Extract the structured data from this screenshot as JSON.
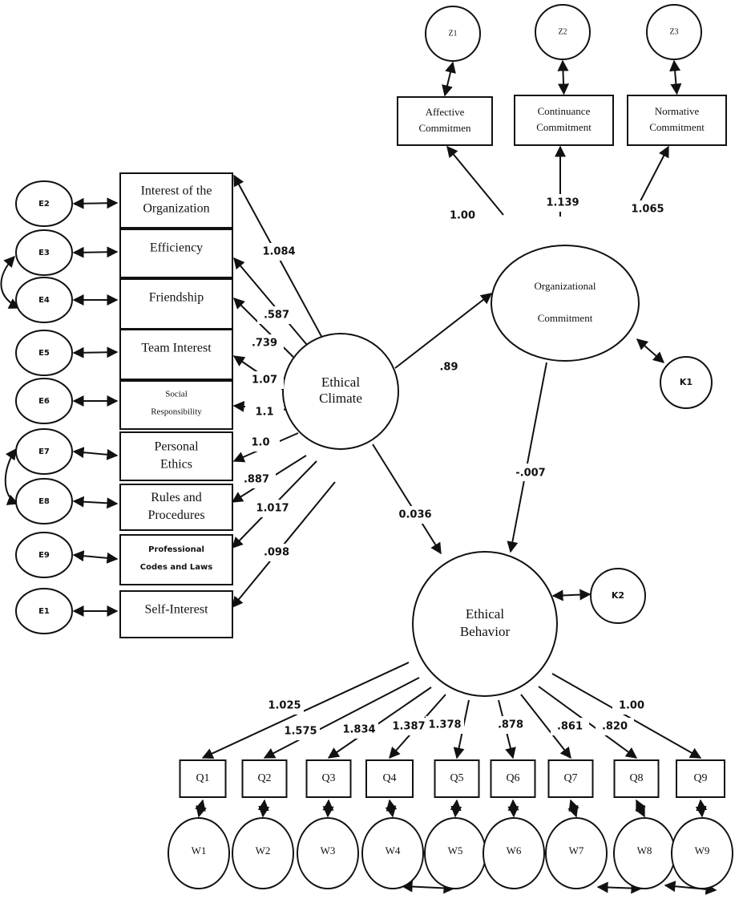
{
  "title": "Structural equation model: Ethical Climate, Organizational Commitment and Ethical Behavior",
  "latent": {
    "ethical_climate": [
      "Ethical",
      "Climate"
    ],
    "org_commitment": [
      "Organizational",
      "Commitment"
    ],
    "ethical_behavior": [
      "Ethical",
      "Behavior"
    ]
  },
  "disturbances": {
    "k1": "K1",
    "k2": "K2"
  },
  "commitment_indicators": [
    {
      "error": "Z1",
      "lines": [
        "Affective",
        "Commitmen"
      ],
      "loading": "1.00"
    },
    {
      "error": "Z2",
      "lines": [
        "Continuance",
        "Commitment"
      ],
      "loading": "1.139"
    },
    {
      "error": "Z3",
      "lines": [
        "Normative",
        "Commitment"
      ],
      "loading": "1.065"
    }
  ],
  "climate_indicators": [
    {
      "error": "E2",
      "lines": [
        "Interest of the",
        "Organization"
      ],
      "loading": "1.084"
    },
    {
      "error": "E3",
      "lines": [
        "Efficiency"
      ],
      "loading": ".587"
    },
    {
      "error": "E4",
      "lines": [
        "Friendship"
      ],
      "loading": ".739"
    },
    {
      "error": "E5",
      "lines": [
        "Team Interest"
      ],
      "loading": "1.07"
    },
    {
      "error": "E6",
      "lines": [
        "Social",
        "Responsibility"
      ],
      "loading": "1.1"
    },
    {
      "error": "E7",
      "lines": [
        "Personal",
        "Ethics"
      ],
      "loading": "1.0"
    },
    {
      "error": "E8",
      "lines": [
        "Rules and",
        "Procedures"
      ],
      "loading": ".887"
    },
    {
      "error": "E9",
      "lines": [
        "Professional",
        "Codes and Laws"
      ],
      "loading": "1.017"
    },
    {
      "error": "E1",
      "lines": [
        "Self-Interest"
      ],
      "loading": ".098"
    }
  ],
  "behavior_indicators": [
    {
      "label": "Q1",
      "error": "W1",
      "loading": "1.025"
    },
    {
      "label": "Q2",
      "error": "W2",
      "loading": "1.575"
    },
    {
      "label": "Q3",
      "error": "W3",
      "loading": "1.834"
    },
    {
      "label": "Q4",
      "error": "W4",
      "loading": "1.387"
    },
    {
      "label": "Q5",
      "error": "W5",
      "loading": "1.378"
    },
    {
      "label": "Q6",
      "error": "W6",
      "loading": ".878"
    },
    {
      "label": "Q7",
      "error": "W7",
      "loading": ".861"
    },
    {
      "label": "Q8",
      "error": "W8",
      "loading": ".820"
    },
    {
      "label": "Q9",
      "error": "W9",
      "loading": "1.00"
    }
  ],
  "structural_paths": {
    "climate_to_commitment": ".89",
    "climate_to_behavior": "0.036",
    "commitment_to_behavior": "-.007"
  },
  "error_covariances": [
    [
      "E3",
      "E4"
    ],
    [
      "E7",
      "E8"
    ],
    [
      "W4",
      "W5"
    ],
    [
      "W7",
      "W8"
    ],
    [
      "W8",
      "W9"
    ]
  ]
}
